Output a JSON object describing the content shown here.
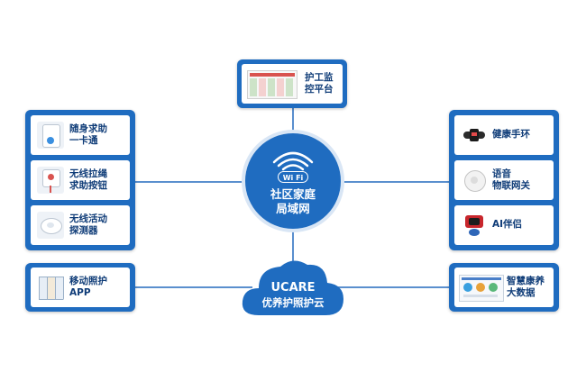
{
  "hub": {
    "wifi_badge": "Wi Fi",
    "line1": "社区家庭",
    "line2": "局域网"
  },
  "cloud": {
    "line1": "UCARE",
    "line2": "优养护照护云"
  },
  "top_panel": {
    "line1": "护工监",
    "line2": "控平台"
  },
  "left_devices": [
    {
      "line1": "随身求助",
      "line2": "一卡通"
    },
    {
      "line1": "无线拉绳",
      "line2": "求助按钮"
    },
    {
      "line1": "无线活动",
      "line2": "探测器"
    }
  ],
  "left_app": {
    "line1": "移动照护",
    "line2": "APP"
  },
  "right_devices": [
    {
      "line1": "健康手环",
      "line2": ""
    },
    {
      "line1": "语音",
      "line2": "物联网关"
    },
    {
      "line1": "AI伴侣",
      "line2": ""
    }
  ],
  "right_data": {
    "line1": "智慧康养",
    "line2": "大数据"
  },
  "colors": {
    "panel": "#1f6cc0",
    "label": "#0f3c78",
    "connector": "#5a8fce"
  }
}
